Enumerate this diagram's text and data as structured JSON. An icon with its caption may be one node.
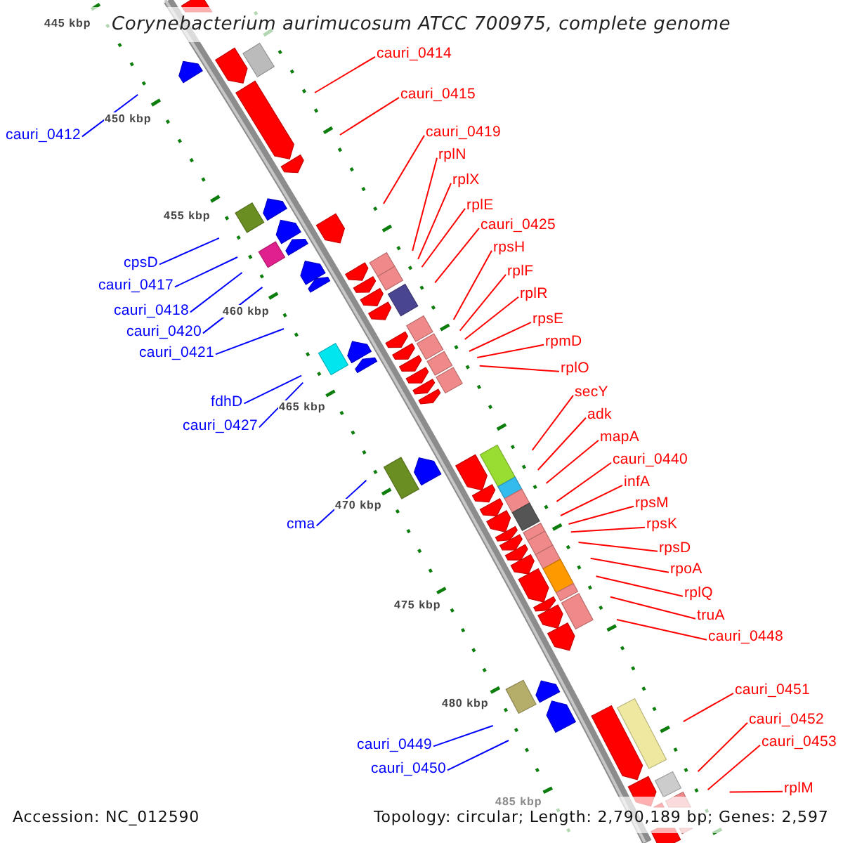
{
  "diagram": {
    "title": "Corynebacterium aurimucosum ATCC 700975, complete genome",
    "nodes": [
      {
        "text": [
          "cauri_0414"
        ]
      },
      {
        "text": [
          "cauri_0415"
        ]
      },
      {
        "text": [
          "cauri_0419"
        ]
      },
      {
        "text": [
          "rplN"
        ]
      },
      {
        "text": [
          "rplX"
        ]
      },
      {
        "text": [
          "rplE"
        ]
      },
      {
        "text": [
          "cauri_0425"
        ]
      },
      {
        "text": [
          "rpsH"
        ]
      },
      {
        "text": [
          "rplF"
        ]
      },
      {
        "text": [
          "rplR"
        ]
      },
      {
        "text": [
          "rpsE"
        ]
      },
      {
        "text": [
          "rpmD"
        ]
      },
      {
        "text": [
          "rplO"
        ]
      },
      {
        "text": [
          "secY"
        ]
      },
      {
        "text": [
          "adk"
        ]
      },
      {
        "text": [
          "mapA"
        ]
      },
      {
        "text": [
          "cauri_0440"
        ]
      },
      {
        "text": [
          "infA"
        ]
      },
      {
        "text": [
          "rpsM"
        ]
      },
      {
        "text": [
          "rpsK"
        ]
      },
      {
        "text": [
          "rpsD"
        ]
      },
      {
        "text": [
          "rpoA"
        ]
      },
      {
        "text": [
          "rplQ"
        ]
      },
      {
        "text": [
          "truA"
        ]
      },
      {
        "text": [
          "cauri_0448"
        ]
      },
      {
        "text": [
          "cauri_0451"
        ]
      },
      {
        "text": [
          "cauri_0452"
        ]
      },
      {
        "text": [
          "cauri_0453"
        ]
      },
      {
        "text": [
          "rplM"
        ]
      },
      {
        "text": [
          "cauri_0412"
        ]
      },
      {
        "text": [
          "cpsD"
        ]
      },
      {
        "text": [
          "cauri_0417"
        ]
      },
      {
        "text": [
          "cauri_0418"
        ]
      },
      {
        "text": [
          "cauri_0420"
        ]
      },
      {
        "text": [
          "cauri_0421"
        ]
      },
      {
        "text": [
          "fdhD"
        ]
      },
      {
        "text": [
          "cauri_0427"
        ]
      },
      {
        "text": [
          "cma"
        ]
      },
      {
        "text": [
          "cauri_0449"
        ]
      },
      {
        "text": [
          "cauri_0450"
        ]
      }
    ],
    "edges": [
      {
        "from": 0,
        "to": null,
        "arrow": "none"
      },
      {
        "from": 1,
        "to": null,
        "arrow": "none"
      },
      {
        "from": 2,
        "to": null,
        "arrow": "none"
      },
      {
        "from": 3,
        "to": null,
        "arrow": "none"
      },
      {
        "from": 4,
        "to": null,
        "arrow": "none"
      },
      {
        "from": 5,
        "to": null,
        "arrow": "none"
      },
      {
        "from": 6,
        "to": null,
        "arrow": "none"
      },
      {
        "from": 7,
        "to": null,
        "arrow": "none"
      },
      {
        "from": 8,
        "to": null,
        "arrow": "none"
      },
      {
        "from": 9,
        "to": null,
        "arrow": "none"
      },
      {
        "from": 10,
        "to": null,
        "arrow": "none"
      },
      {
        "from": 11,
        "to": null,
        "arrow": "none"
      },
      {
        "from": 12,
        "to": null,
        "arrow": "none"
      },
      {
        "from": 13,
        "to": null,
        "arrow": "none"
      },
      {
        "from": 14,
        "to": null,
        "arrow": "none"
      },
      {
        "from": 15,
        "to": null,
        "arrow": "none"
      },
      {
        "from": 16,
        "to": null,
        "arrow": "none"
      },
      {
        "from": 17,
        "to": null,
        "arrow": "none"
      },
      {
        "from": 18,
        "to": null,
        "arrow": "none"
      },
      {
        "from": 19,
        "to": null,
        "arrow": "none"
      },
      {
        "from": 20,
        "to": null,
        "arrow": "none"
      },
      {
        "from": 21,
        "to": null,
        "arrow": "none"
      },
      {
        "from": 22,
        "to": null,
        "arrow": "none"
      },
      {
        "from": 23,
        "to": null,
        "arrow": "none"
      },
      {
        "from": 24,
        "to": null,
        "arrow": "none"
      },
      {
        "from": 25,
        "to": null,
        "arrow": "none"
      },
      {
        "from": 26,
        "to": null,
        "arrow": "none"
      },
      {
        "from": 27,
        "to": null,
        "arrow": "none"
      },
      {
        "from": 28,
        "to": null,
        "arrow": "none"
      },
      {
        "from": 29,
        "to": null,
        "arrow": "none",
        "color": "#0000ff"
      },
      {
        "from": 30,
        "to": null,
        "arrow": "none",
        "color": "#0000ff"
      },
      {
        "from": 31,
        "to": null,
        "arrow": "none",
        "color": "#0000ff"
      },
      {
        "from": 32,
        "to": null,
        "arrow": "none",
        "color": "#0000ff"
      },
      {
        "from": 33,
        "to": null,
        "arrow": "none",
        "color": "#0000ff"
      },
      {
        "from": 34,
        "to": null,
        "arrow": "none",
        "color": "#0000ff"
      },
      {
        "from": 35,
        "to": null,
        "arrow": "none",
        "color": "#0000ff"
      },
      {
        "from": 36,
        "to": null,
        "arrow": "none",
        "color": "#0000ff"
      },
      {
        "from": 37,
        "to": null,
        "arrow": "none",
        "color": "#0000ff"
      },
      {
        "from": 38,
        "to": null,
        "arrow": "none",
        "color": "#0000ff"
      },
      {
        "from": 39,
        "to": null,
        "arrow": "none",
        "color": "#0000ff"
      }
    ],
    "labels": [
      "445 kbp",
      "450 kbp",
      "455 kbp",
      "460 kbp",
      "465 kbp",
      "470 kbp",
      "475 kbp",
      "480 kbp",
      "485 kbp",
      "Accession: NC_012590",
      "Topology: circular; Length: 2,790,189 bp; Genes: 2,597"
    ]
  }
}
